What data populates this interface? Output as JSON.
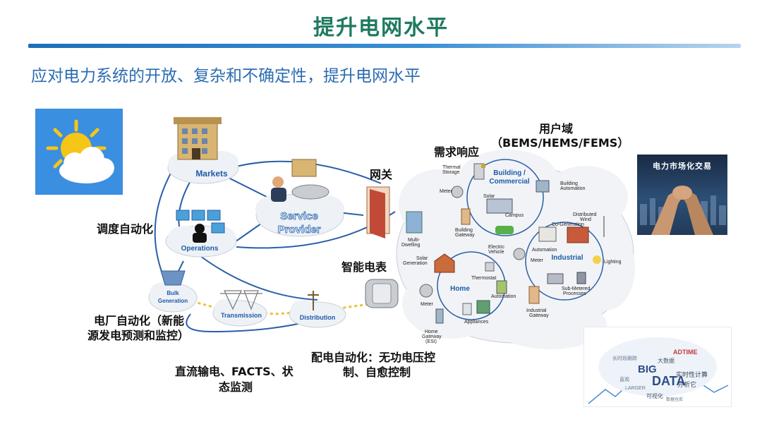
{
  "header": {
    "title": "提升电网水平",
    "subtitle": "应对电力系统的开放、复杂和不确定性，提升电网水平"
  },
  "labels": {
    "dispatch": "调度自动化",
    "plant_line1": "电厂自动化（新能",
    "plant_line2": "源发电预测和监控）",
    "dc_line1": "直流输电、FACTS、状",
    "dc_line2": "态监测",
    "dist_line1": "配电自动化：无功电压控",
    "dist_line2": "制、自愈控制",
    "gateway": "网关",
    "smart_meter": "智能电表",
    "demand_response": "需求响应",
    "user_domain": "用户域",
    "user_domain_sub": "（BEMS/HEMS/FEMS）"
  },
  "clouds": {
    "markets": "Markets",
    "service_provider_1": "Service",
    "service_provider_2": "Provider",
    "operations": "Operations",
    "bulk_1": "Bulk",
    "bulk_2": "Generation",
    "transmission": "Transmission",
    "distribution": "Distribution",
    "building_1": "Building /",
    "building_2": "Commercial",
    "home": "Home",
    "industrial": "Industrial"
  },
  "customer_items": {
    "thermal_storage_1": "Thermal",
    "thermal_storage_2": "Storage",
    "meter": "Meter",
    "solar": "Solar",
    "campus": "Campus",
    "building_automation_1": "Building",
    "building_automation_2": "Automation",
    "distributed_wind_1": "Distributed",
    "distributed_wind_2": "Wind",
    "co_generation": "Co-Generation",
    "building_gateway_1": "Building",
    "building_gateway_2": "Gateway",
    "multi_dwelling_1": "Multi-",
    "multi_dwelling_2": "Dwelling",
    "electric_vehicle_1": "Electric",
    "electric_vehicle_2": "Vehicle",
    "automation": "Automation",
    "meter2": "Meter",
    "lighting": "Lighting",
    "solar_generation_1": "Solar",
    "solar_generation_2": "Generation",
    "thermostat": "Thermostat",
    "automation2": "Automation",
    "sub_metered_1": "Sub-Metered",
    "sub_metered_2": "Processes",
    "meter3": "Meter",
    "appliances": "Appliances",
    "industrial_gateway_1": "Industrial",
    "industrial_gateway_2": "Gateway",
    "home_gateway_1": "Home",
    "home_gateway_2": "Gateway",
    "home_gateway_3": "(ESI)"
  },
  "images": {
    "market_banner": "电力市场化交易",
    "bigdata_words": [
      "BIG",
      "DATA",
      "ADTIME",
      "实时性计算",
      "分析它",
      "大数据",
      "可视化",
      "长时段跟踪",
      "直观",
      "LARGER",
      "数据仓库"
    ]
  },
  "colors": {
    "title": "#1f7a61",
    "subtitle": "#2b6cb0",
    "link": "#1e5aa8",
    "weather_bg": "#3a8fe0"
  }
}
